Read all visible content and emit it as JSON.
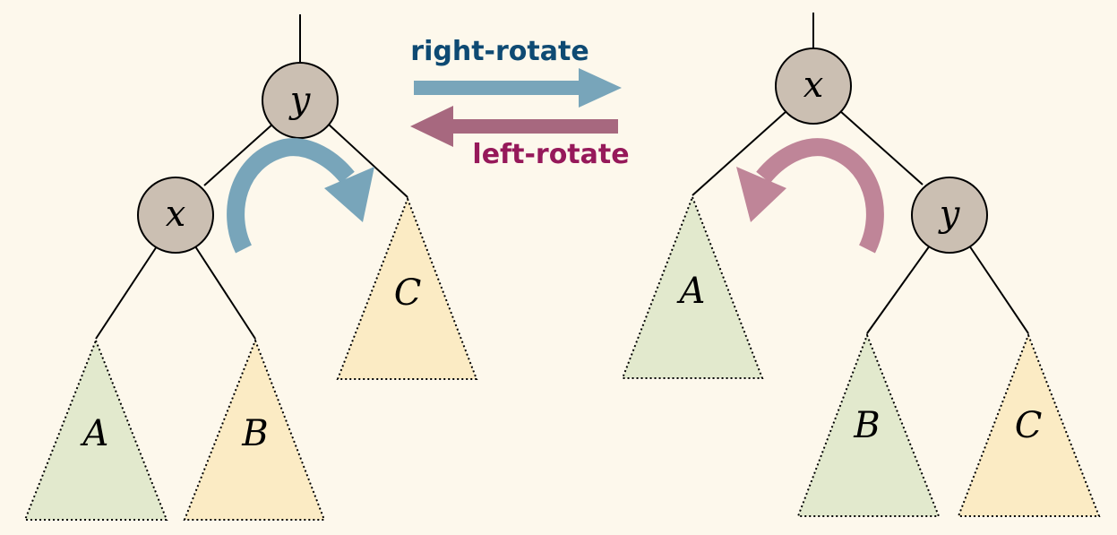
{
  "operations": {
    "right_rotate": {
      "label": "right-rotate",
      "color": "#0e4a73",
      "arrow_color": "#78a5ba"
    },
    "left_rotate": {
      "label": "left-rotate",
      "color": "#96195a",
      "arrow_color": "#a7687f"
    }
  },
  "colors": {
    "background": "#fdf8ec",
    "node_fill": "#cbbfb2",
    "subtree_green": "#e2e9cd",
    "subtree_yellow": "#fbebc4",
    "curl_right": "#78a5ba",
    "curl_left": "#bf8598"
  },
  "left_tree": {
    "root": "y",
    "child": "x",
    "subtrees": {
      "a": "A",
      "b": "B",
      "c": "C"
    }
  },
  "right_tree": {
    "root": "x",
    "child": "y",
    "subtrees": {
      "a": "A",
      "b": "B",
      "c": "C"
    }
  }
}
